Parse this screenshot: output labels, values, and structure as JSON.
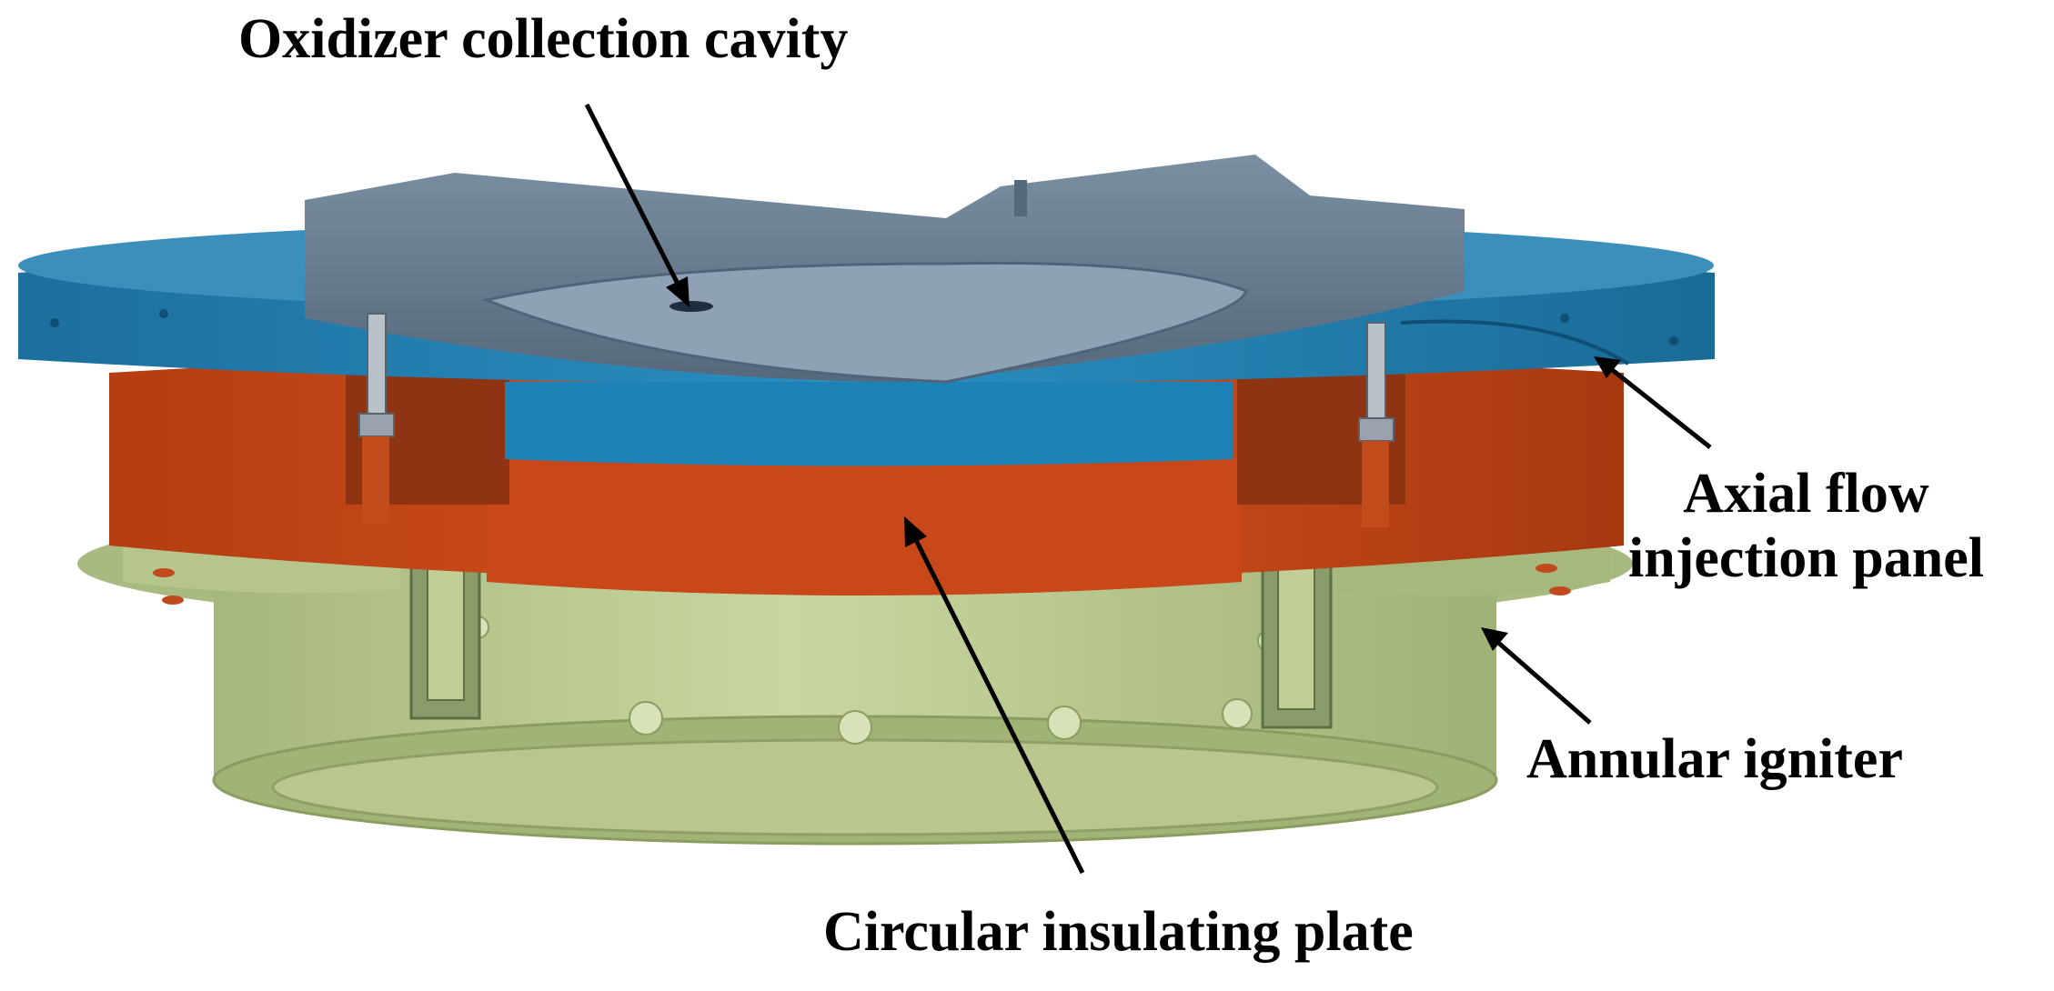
{
  "labels": {
    "oxidizer_cavity": "Oxidizer collection cavity",
    "axial_panel_line1": "Axial flow",
    "axial_panel_line2": "injection panel",
    "annular_igniter": "Annular igniter",
    "insulating_plate": "Circular insulating plate"
  },
  "colors": {
    "background": "#ffffff",
    "injector_blue": "#1f7fb0",
    "insulator_orange": "#c5461a",
    "igniter_green": "#b8c88e",
    "cavity_gray": "#6f8296",
    "callout_black": "#000000"
  }
}
